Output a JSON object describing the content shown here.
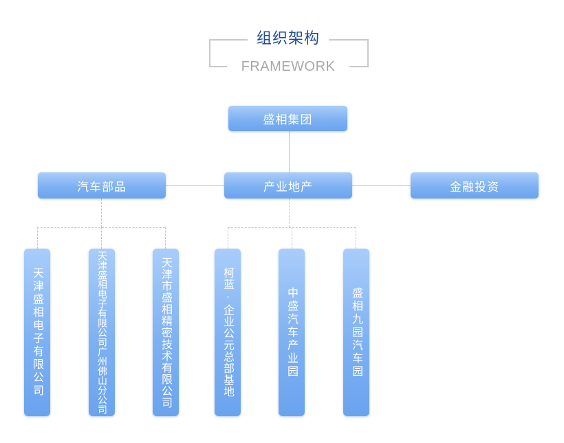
{
  "heading": {
    "title_cn": "组织架构",
    "title_en": "FRAMEWORK"
  },
  "org": {
    "root": "盛相集团",
    "divisions": [
      {
        "label": "汽车部品",
        "children": [
          "天津盛相电子有限公司",
          "天津盛相电子有限公司广州佛山分公司",
          "天津市盛相精密技术有限公司"
        ]
      },
      {
        "label": "产业地产",
        "children": [
          "柯蓝·企业公元总部基地",
          "中盛汽车产业园",
          "盛相九园汽车园"
        ]
      },
      {
        "label": "金融投资",
        "children": []
      }
    ]
  },
  "colors": {
    "box_top": "#a9cdfa",
    "box_bottom": "#6aa3ee",
    "heading_cn": "#1f4d96",
    "heading_en": "#a8a8a8",
    "connector": "#b5c7de"
  }
}
